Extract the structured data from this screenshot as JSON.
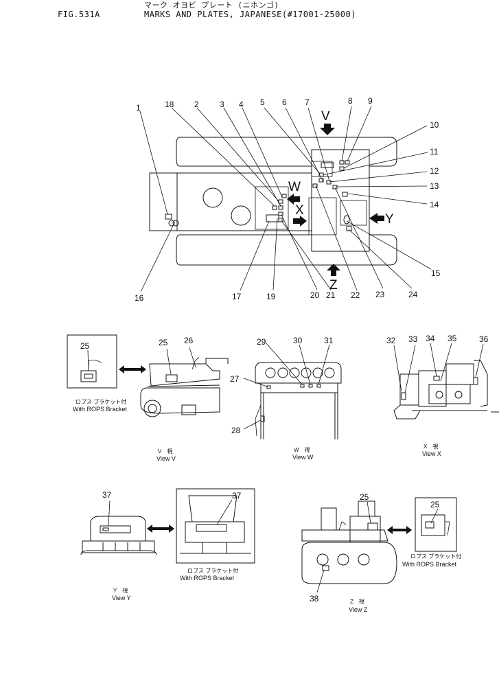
{
  "header": {
    "fig": "FIG.531A",
    "jp": "マーク オヨビ プレート (ニホンゴ)",
    "title": "MARKS AND PLATES, JAPANESE(#17001-25000)"
  },
  "callouts": {
    "n1": "1",
    "n2": "2",
    "n3": "3",
    "n4": "4",
    "n5": "5",
    "n6": "6",
    "n7": "7",
    "n8": "8",
    "n9": "9",
    "n10": "10",
    "n11": "11",
    "n12": "12",
    "n13": "13",
    "n14": "14",
    "n15": "15",
    "n16": "16",
    "n17": "17",
    "n18": "18",
    "n19": "19",
    "n20": "20",
    "n21": "21",
    "n22": "22",
    "n23": "23",
    "n24": "24",
    "n25": "25",
    "n26": "26",
    "n27": "27",
    "n28": "28",
    "n29": "29",
    "n30": "30",
    "n31": "31",
    "n32": "32",
    "n33": "33",
    "n34": "34",
    "n35": "35",
    "n36": "36",
    "n37": "37",
    "n38": "38"
  },
  "view_letters": {
    "v": "V",
    "w": "W",
    "x": "X",
    "y": "Y",
    "z": "Z"
  },
  "captions": {
    "rops_jp": "ロプス ブラケット付",
    "rops_en": "With ROPS Bracket",
    "view_v_jp": "V　視",
    "view_v": "View V",
    "view_w_jp": "W　視",
    "view_w": "View W",
    "view_x_jp": "X　視",
    "view_x": "View X",
    "view_y_jp": "Y　視",
    "view_y": "View Y",
    "view_z_jp": "Z　視",
    "view_z": "View Z"
  }
}
